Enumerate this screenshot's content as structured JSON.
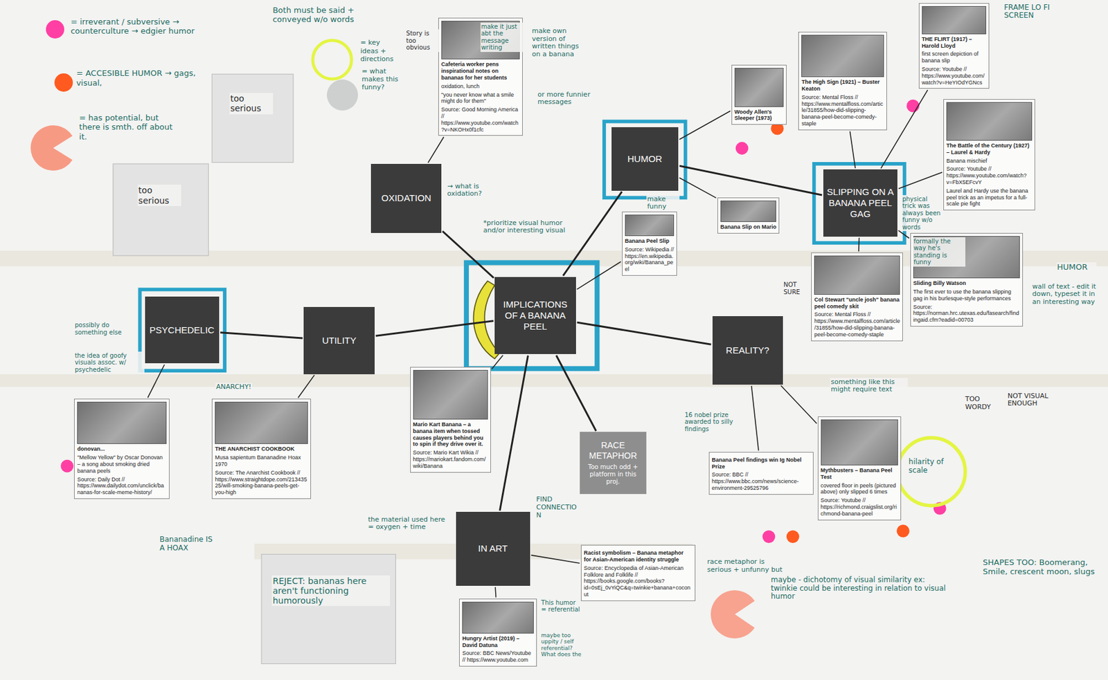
{
  "diagram": {
    "nodes": [
      {
        "text": [
          "IMPLICATIONS OF A BANANA PEEL"
        ]
      },
      {
        "text": [
          "OXIDATION"
        ]
      },
      {
        "text": [
          "HUMOR"
        ]
      },
      {
        "text": [
          "SLIPPING ON A BANANA PEEL GAG"
        ]
      },
      {
        "text": [
          "UTILITY"
        ]
      },
      {
        "text": [
          "PSYCHEDELIC"
        ]
      },
      {
        "text": [
          "REALITY?"
        ]
      },
      {
        "text": [
          "RACE METAPHOR",
          "Too much odd + platform in this proj."
        ]
      },
      {
        "text": [
          "IN ART"
        ]
      },
      {
        "text": [
          "Cafeteria worker pens inspirational notes on bananas for her students",
          "oxidation, lunch",
          "\"you never know what a smile might do for them\"",
          "Source: Good Morning America // https://www.youtube.com/watch?v=NKOHx0f1cfc"
        ]
      },
      {
        "text": [
          "Woody Allen's Sleeper (1973)"
        ]
      },
      {
        "text": [
          "Banana Slip on Mario"
        ]
      },
      {
        "text": [
          "The High Sign (1921) – Buster Keaton",
          "Source: Mental Floss // https://www.mentalfloss.com/article/31855/how-did-slipping-banana-peel-become-comedy-staple"
        ]
      },
      {
        "text": [
          "THE FLIRT (1917) – Harold Lloyd",
          "first screen depiction of banana slip",
          "Source: Youtube // https://www.youtube.com/watch?v=HeYIOdYGNcs"
        ]
      },
      {
        "text": [
          "The Battle of the Century (1927) – Laurel & Hardy",
          "Banana mischief",
          "Source: Youtube // https://www.youtube.com/watch?v=FbX5EFcvY",
          "Laurel and Hardy use the banana peel trick as an impetus for a full-scale pie fight"
        ]
      },
      {
        "text": [
          "Col Stewart \"uncle josh\" banana peel comedy skit",
          "Source: Mental Floss // https://www.mentalfloss.com/article/31855/how-did-slipping-banana-peel-become-comedy-staple"
        ]
      },
      {
        "text": [
          "Sliding Billy Watson",
          "The first ever to use the banana slipping gag in his burlesque-style performances",
          "Source: https://norman.hrc.utexas.edu/fasearch/findingaid.cfm?eadid=00703"
        ]
      },
      {
        "text": [
          "Banana Peel findings win Ig Nobel Prize",
          "Source: BBC // https://www.bbc.com/news/science-environment-29525796"
        ]
      },
      {
        "text": [
          "Mythbusters – Banana Peel Test",
          "covered floor in peels (pictured above) only slipped 6 times",
          "Source: Youtube // https://richmond.craigslist.org/richmond-banana-peel"
        ]
      },
      {
        "text": [
          "donovan...",
          "\"Mellow Yellow\" by Oscar Donovan – a song about smoking dried banana peels",
          "Source: Daily Dot // https://www.dailydot.com/unclick/bananas-for-scale-meme-history/"
        ]
      },
      {
        "text": [
          "THE ANARCHIST COOKBOOK",
          "Musa sapientum Bananadine Hoax 1970",
          "Source: The Anarchist Cookbook // https://www.straightdope.com/21343525/will-smoking-banana-peels-get-you-high"
        ]
      },
      {
        "text": [
          "Mario Kart Banana – a banana item when tossed causes players behind you to spin if they drive over it.",
          "Source: Mario Kart Wikia // https://mariokart.fandom.com/wiki/Banana"
        ]
      },
      {
        "text": [
          "Banana Peel Slip",
          "Source: Wikipedia // https://en.wikipedia.org/wiki/Banana_peel"
        ]
      },
      {
        "text": [
          "Hungry Artist (2019) – David Datuna",
          "Source: BBC News/Youtube // https://www.youtube.com"
        ]
      },
      {
        "text": [
          "Racist symbolism – Banana metaphor for Asian-American identity struggle",
          "Source: Encyclopedia of Asian-American Folklore and Folklife // https://books.google.com/books?id=0sEj_0vYiQC&q=twinkie+banana+coconut"
        ]
      }
    ],
    "edges": [
      {
        "from": 0,
        "to": 1,
        "arrow": "none"
      },
      {
        "from": 0,
        "to": 2,
        "arrow": "none"
      },
      {
        "from": 0,
        "to": 4,
        "arrow": "none"
      },
      {
        "from": 0,
        "to": 6,
        "arrow": "none"
      },
      {
        "from": 0,
        "to": 7,
        "arrow": "none"
      },
      {
        "from": 0,
        "to": 8,
        "arrow": "none"
      },
      {
        "from": 2,
        "to": 3,
        "arrow": "none"
      },
      {
        "from": 4,
        "to": 5,
        "arrow": "none"
      },
      {
        "from": 1,
        "to": 9,
        "arrow": "none"
      },
      {
        "from": 2,
        "to": 10,
        "arrow": "none"
      },
      {
        "from": 2,
        "to": 11,
        "arrow": "none"
      },
      {
        "from": 3,
        "to": 12,
        "arrow": "none"
      },
      {
        "from": 3,
        "to": 13,
        "arrow": "none"
      },
      {
        "from": 3,
        "to": 14,
        "arrow": "none"
      },
      {
        "from": 3,
        "to": 15,
        "arrow": "none"
      },
      {
        "from": 3,
        "to": 16,
        "arrow": "none"
      },
      {
        "from": 6,
        "to": 17,
        "arrow": "none"
      },
      {
        "from": 6,
        "to": 18,
        "arrow": "none"
      },
      {
        "from": 5,
        "to": 19,
        "arrow": "none"
      },
      {
        "from": 4,
        "to": 20,
        "arrow": "none"
      },
      {
        "from": 0,
        "to": 21,
        "arrow": "none"
      },
      {
        "from": 0,
        "to": 22,
        "arrow": "none"
      },
      {
        "from": 8,
        "to": 23,
        "arrow": "none"
      },
      {
        "from": 8,
        "to": 24,
        "arrow": "none"
      }
    ],
    "labels": [
      "Both must be said + conveyed w/o words",
      "Story is too obvious",
      "make it just abt the message writing",
      "make own version of written things on a banana",
      "or more funnier messages",
      "too serious",
      "too serious",
      "→ what is oxidation?",
      "*prioritize visual humor and/or interesting visual",
      "make funny",
      "physical trick was always been funny w/o words",
      "FRAME LO FI SCREEN",
      "HUMOR",
      "wall of text - edit it down, typeset it in an interesting way",
      "NOT SURE",
      "formally the way he's standing is funny",
      "something like this might require text",
      "TOO WORDY",
      "NOT VISUAL ENOUGH",
      "hilarity of scale",
      "16 nobel prize awarded to silly findings",
      "possibly do something else",
      "the idea of goofy visuals assoc. w/ psychedelic",
      "ANARCHY!",
      "Bananadine IS A HOAX",
      "the material used here = oxygen + time",
      "FIND CONNECTION",
      "REJECT: bananas here aren't functioning humorously",
      "This humor = referential",
      "maybe too uppity / self referential? What does the",
      "race metaphor is serious + unfunny but",
      "maybe - dichotomy of visual similarity ex: twinkie could be interesting in relation to visual humor",
      "SHAPES TOO: Boomerang, Smile, crescent moon, slugs"
    ],
    "legend": [
      {
        "text": "= irreverant / subversive → counterculture → edgier humor",
        "color": "#ff3fa3"
      },
      {
        "text": "= ACCESIBLE HUMOR → gags, visual,",
        "color": "#ff5a1f"
      },
      {
        "text": "= has potential, but there is smth. off about it."
      },
      {
        "text": "= key ideas + directions"
      },
      {
        "text": "= what makes this funny?"
      }
    ]
  }
}
